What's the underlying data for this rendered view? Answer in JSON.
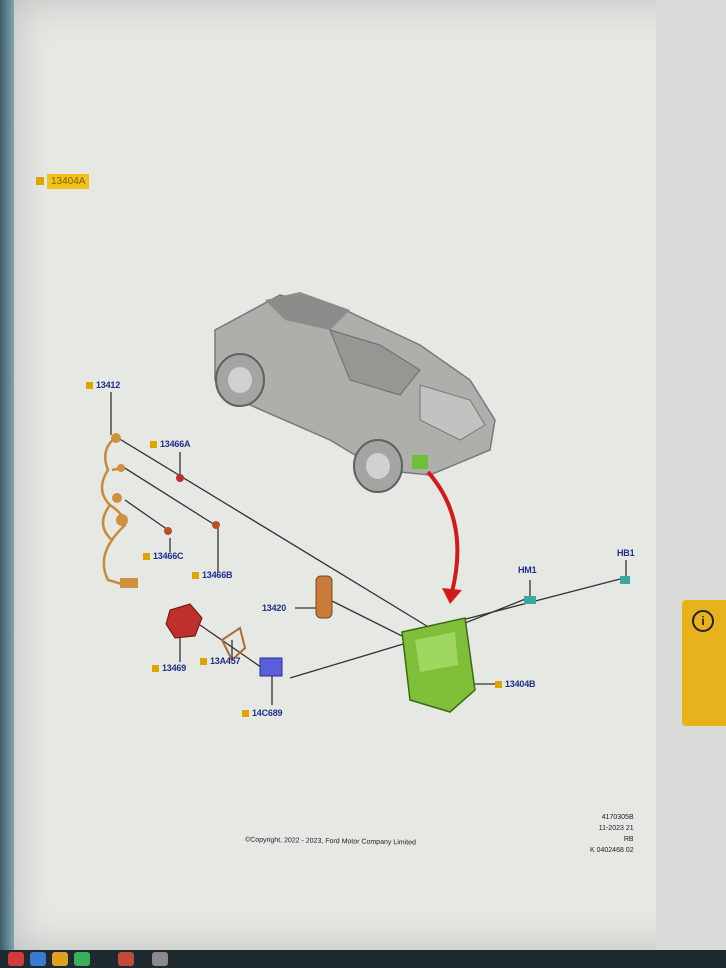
{
  "header": {
    "part_number": "13404A"
  },
  "callouts": {
    "c13412": "13412",
    "c13466a": "13466A",
    "c13466c": "13466C",
    "c13466b": "13466B",
    "c13420": "13420",
    "c13469": "13469",
    "c13a457": "13A457",
    "c14c689": "14C689",
    "c13404b": "13404B",
    "hm1": "HM1",
    "hb1": "HB1"
  },
  "footer": {
    "copyright": "©Copyright, 2022 - 2023, Ford Motor Company Limited",
    "ref_line1": "4170305B",
    "ref_line2": "11-2023 21",
    "ref_line3": "RB",
    "ref_line4": "K 0402468 02"
  },
  "colors": {
    "callout_text": "#1f2f8a",
    "callout_marker": "#e0a400",
    "highlight_lamp": "#7fbf3a",
    "harness": "#c98a3a",
    "arrow": "#d21a1a",
    "module": "#5a5ed8"
  },
  "icons": [
    "info-icon"
  ]
}
